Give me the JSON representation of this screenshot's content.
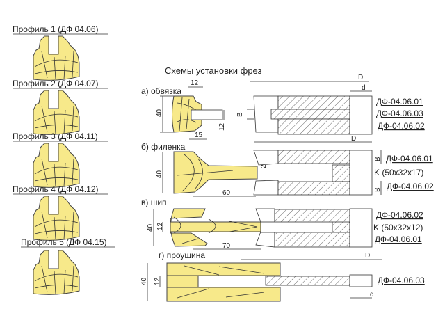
{
  "profiles": [
    {
      "label": "Профиль 1  (ДФ 04.06)"
    },
    {
      "label": "Профиль 2  (ДФ 04.07)"
    },
    {
      "label": "Профиль 3  (ДФ 04.11)"
    },
    {
      "label": "Профиль 4  (ДФ 04.12)"
    },
    {
      "label": "Профиль 5  (ДФ 04.15)"
    }
  ],
  "schemes": {
    "title": "Схемы установки фрез",
    "a": {
      "label": "а) обвязка",
      "dims": {
        "top": "12",
        "height": "40",
        "bottom": "15",
        "slot": "12",
        "b": "B",
        "D_top": "D",
        "d": "d",
        "D_bottom": "D"
      },
      "parts": [
        "ДФ-04.06.01",
        "ДФ-04.06.03",
        "ДФ-04.06.02"
      ]
    },
    "b": {
      "label": "б) филенка",
      "dims": {
        "height": "40",
        "length": "60",
        "gap": "2",
        "b1": "B",
        "b2": "B"
      },
      "parts": [
        "ДФ-04.06.01",
        "K (50x32x17)",
        "ДФ-04.06.02"
      ]
    },
    "v": {
      "label": "в) шип",
      "dims": {
        "height": "40",
        "slot": "12",
        "length": "70"
      },
      "parts": [
        "ДФ-04.06.02",
        "K (50x32x12)",
        "ДФ-04.06.01"
      ]
    },
    "g": {
      "label": "г) проушина",
      "dims": {
        "D": "D",
        "height": "40",
        "slot": "12",
        "d": "d"
      },
      "parts": [
        "ДФ-04.06.03"
      ]
    }
  }
}
